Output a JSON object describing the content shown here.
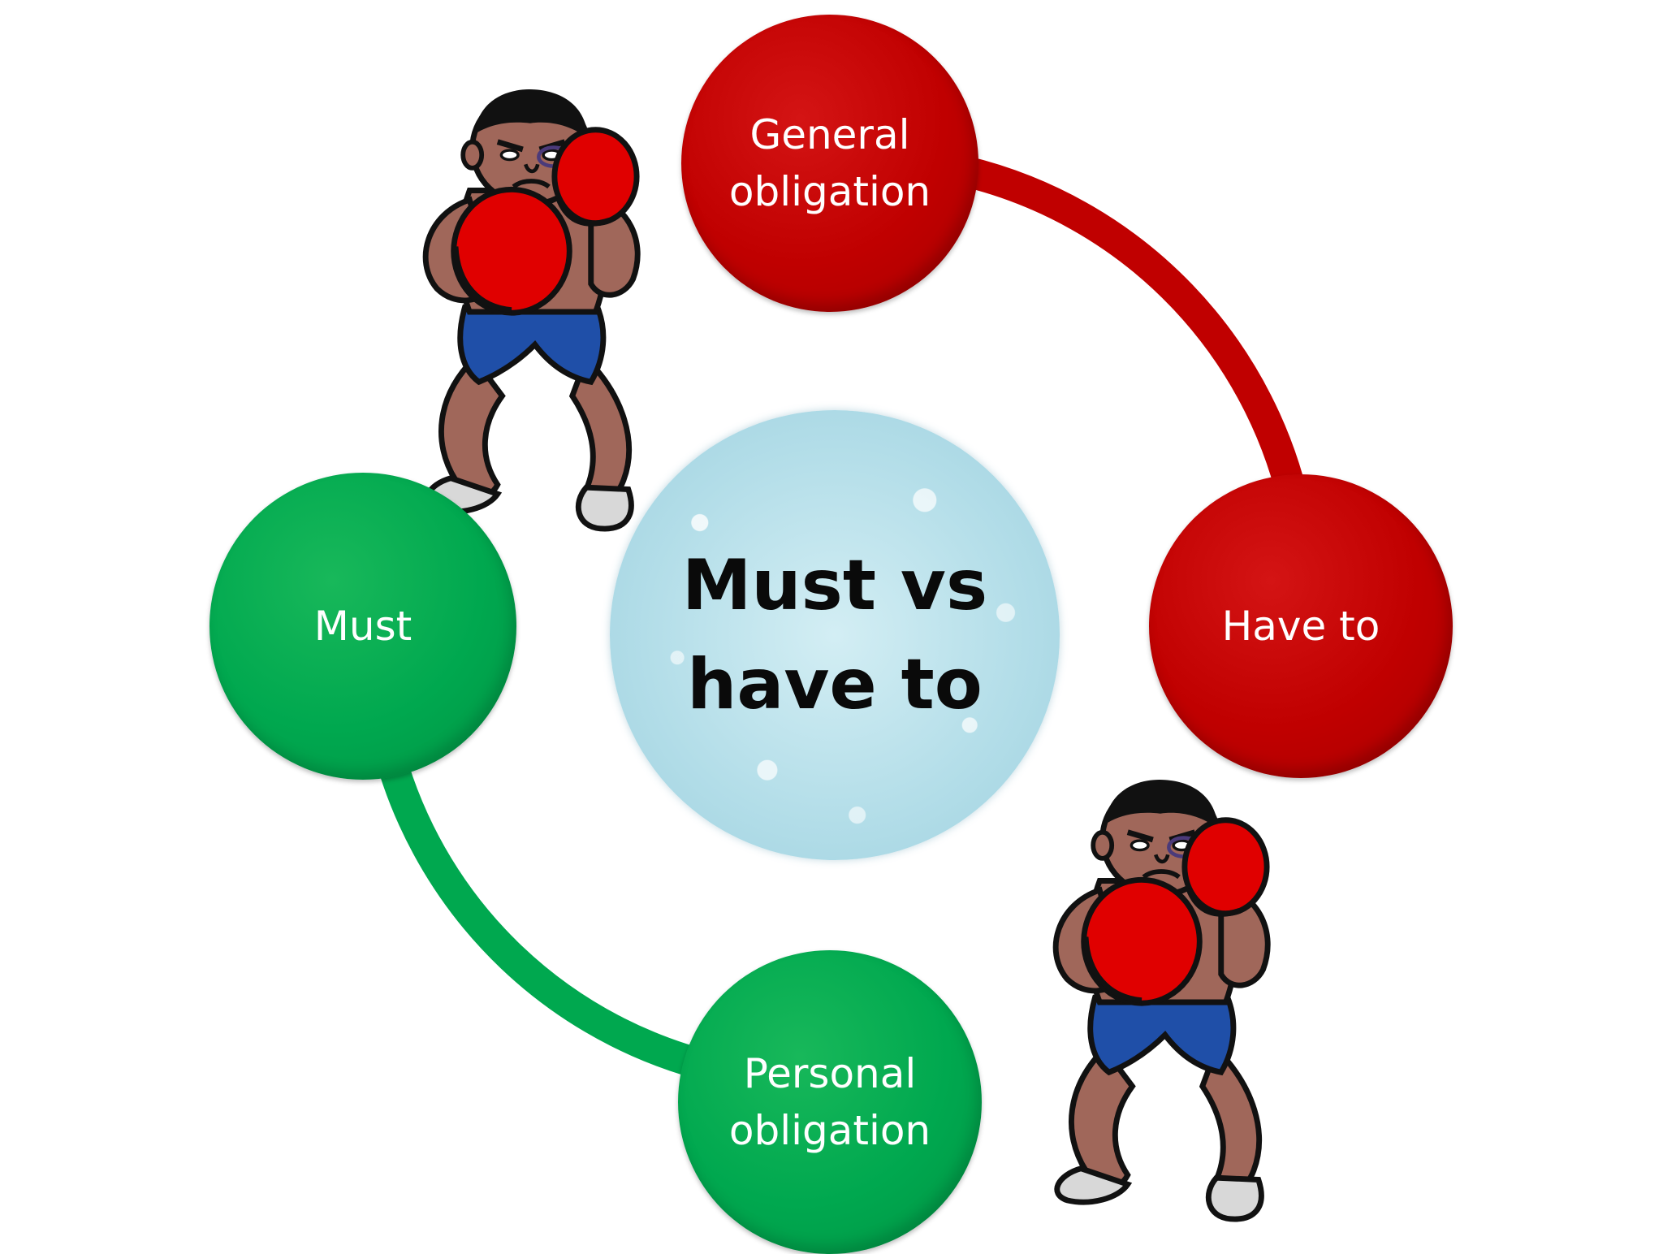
{
  "center": {
    "line1": "Must vs",
    "line2": "have to"
  },
  "nodes": {
    "general": {
      "line1": "General",
      "line2": "obligation"
    },
    "have_to": {
      "label": "Have to"
    },
    "must": {
      "label": "Must"
    },
    "personal": {
      "line1": "Personal",
      "line2": "obligation"
    }
  },
  "colors": {
    "red": "#c00000",
    "green": "#00a84f",
    "center": "#b2dde8",
    "skin": "#a0675a",
    "glove": "#e00000",
    "shorts": "#1f4fa8"
  },
  "icons": [
    "boxer-illustration",
    "boxer-illustration"
  ]
}
